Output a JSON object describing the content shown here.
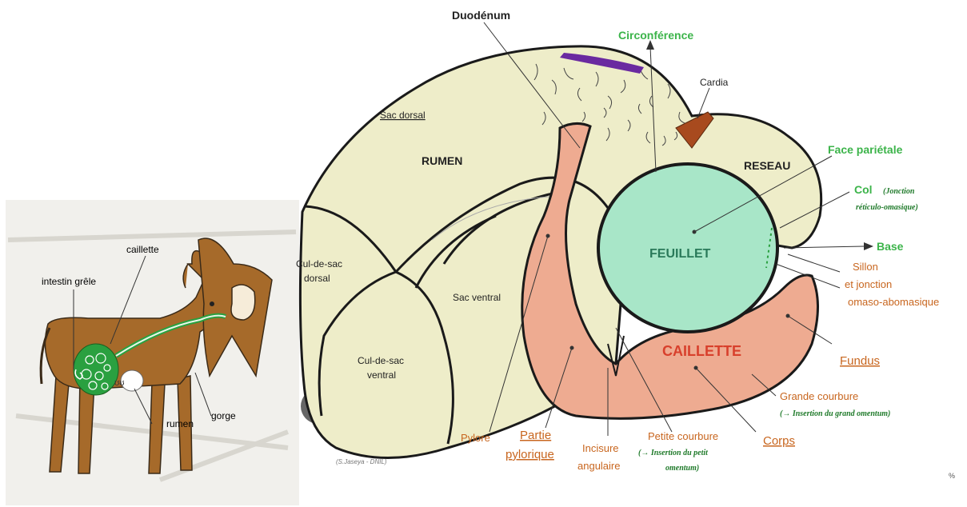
{
  "calf": {
    "labels": {
      "caillette": "caillette",
      "intestin": "intestin grêle",
      "rumen": "rumen",
      "gorge": "gorge"
    }
  },
  "stomach": {
    "top": {
      "duodenum": "Duodénum",
      "circonference": "Circonférence",
      "cardia": "Cardia"
    },
    "rumen": {
      "sac_dorsal": "Sac dorsal",
      "title": "RUMEN",
      "cul_dorsal_1": "Cul-de-sac",
      "cul_dorsal_2": "dorsal",
      "sac_ventral": "Sac ventral",
      "cul_ventral_1": "Cul-de-sac",
      "cul_ventral_2": "ventral"
    },
    "reseau": "RESEAU",
    "feuillet": "FEUILLET",
    "caillette": "CAILLETTE",
    "right": {
      "face_parietale": "Face pariétale",
      "col": "Col",
      "col_note_1": "(Jonction",
      "col_note_2": "réticulo-omasique)",
      "base": "Base",
      "sillon": "Sillon",
      "jonction_1": "et jonction",
      "jonction_2": "omaso-abomasique",
      "fundus": "Fundus",
      "grande_courbure": "Grande courbure",
      "grande_note": "(→ Insertion du grand omentum)"
    },
    "bottom": {
      "pylore": "Pylore",
      "partie_1": "Partie",
      "partie_2": "pylorique",
      "incisure_1": "Incisure",
      "incisure_2": "angulaire",
      "petite": "Petite courbure",
      "petite_note_1": "(→ Insertion du petit",
      "petite_note_2": "omentum)",
      "corps": "Corps",
      "credit": "(S.Jaseya - DNIL)",
      "page_mark": "%"
    }
  },
  "colors": {
    "rumen_fill": "#eeedc9",
    "feuillet_fill": "#a8e6c8",
    "caillette_fill": "#eeab91",
    "calf_body": "#a66a2a",
    "orange_text": "#c8661f",
    "green_text": "#3cb44a",
    "red_text": "#d8402c",
    "cardia": "#a84a1e",
    "oesophageal": "#6a2aa0"
  }
}
